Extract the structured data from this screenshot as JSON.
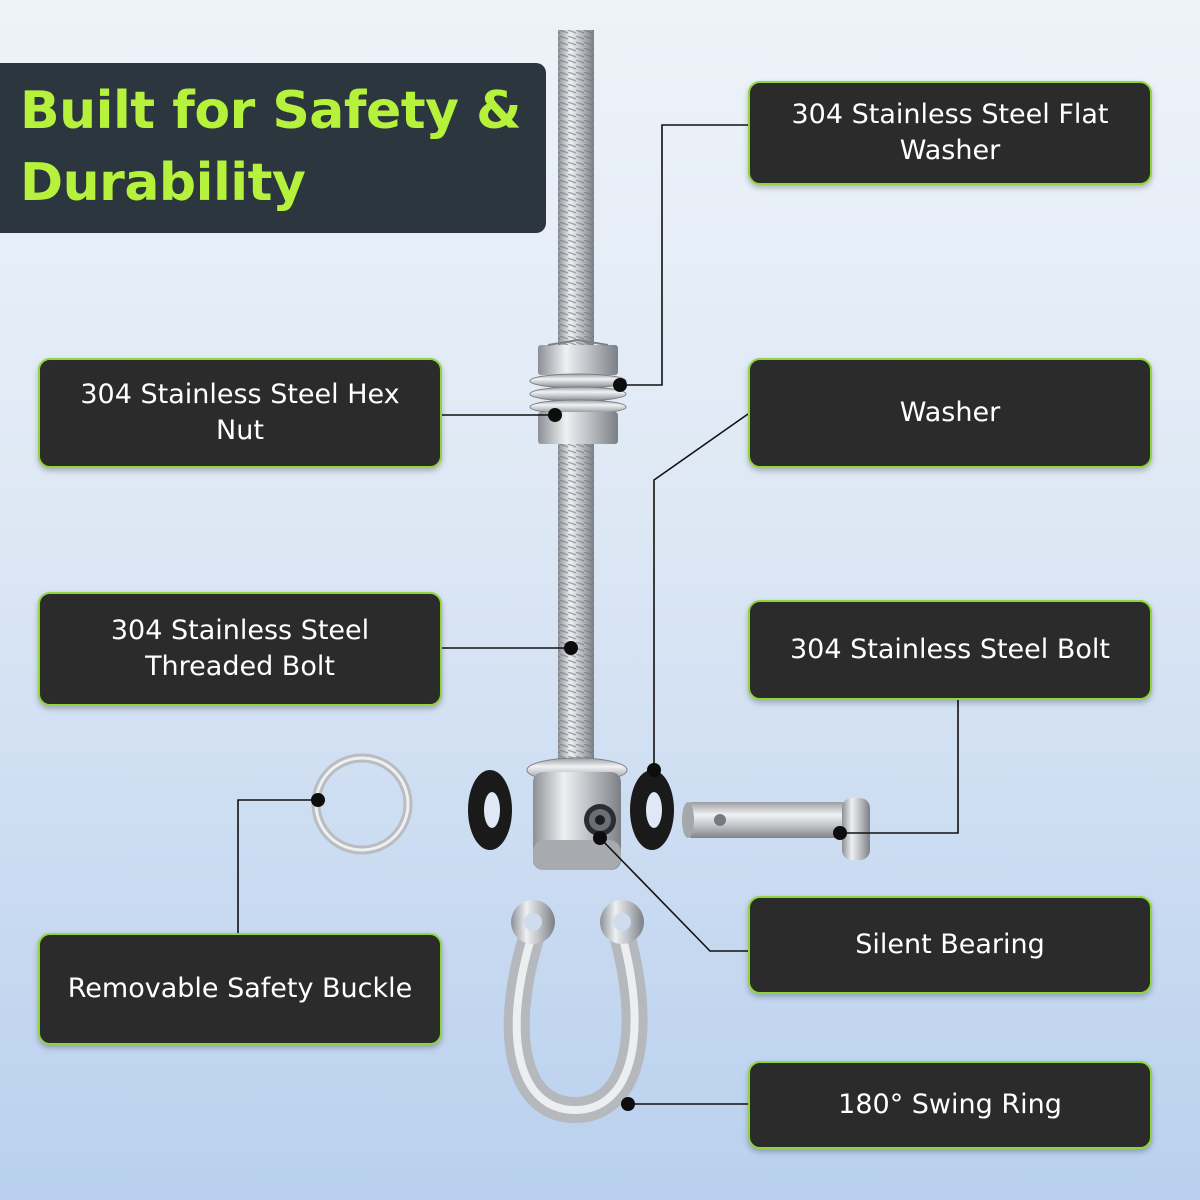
{
  "title": "Built for Safety & Durability",
  "labels": {
    "flat_washer": "304 Stainless Steel Flat Washer",
    "hex_nut": "304 Stainless Steel Hex Nut",
    "washer": "Washer",
    "threaded_bolt": "304 Stainless Steel Threaded Bolt",
    "bolt": "304 Stainless Steel Bolt",
    "silent_bearing": "Silent Bearing",
    "safety_buckle": "Removable Safety Buckle",
    "swing_ring": "180° Swing Ring"
  },
  "colors": {
    "title_text": "#b6f23c",
    "title_bg": "#2c363e",
    "label_bg": "#2b2b2b",
    "label_border": "#8fd63a",
    "label_text": "#ffffff",
    "steel": "#c7cace",
    "washer_black": "#1a1a1a"
  }
}
